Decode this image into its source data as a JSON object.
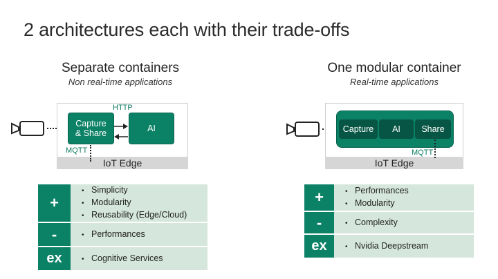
{
  "slide": {
    "title": "2 architectures each with their trade-offs"
  },
  "left": {
    "title": "Separate containers",
    "subtitle": "Non real-time applications",
    "http_label": "HTTP",
    "mqtt_label": "MQTT",
    "capture_share_label": "Capture\n& Share",
    "ai_label": "AI",
    "edge_label": "IoT Edge",
    "table": [
      {
        "symbol": "+",
        "items": [
          "Simplicity",
          "Modularity",
          "Reusability (Edge/Cloud)"
        ]
      },
      {
        "symbol": "-",
        "items": [
          "Performances"
        ]
      },
      {
        "symbol": "ex",
        "items": [
          "Cognitive Services"
        ]
      }
    ]
  },
  "right": {
    "title": "One modular container",
    "subtitle": "Real-time applications",
    "capture_label": "Capture",
    "ai_label": "AI",
    "share_label": "Share",
    "mqtt_label": "MQTT",
    "edge_label": "IoT Edge",
    "table": [
      {
        "symbol": "+",
        "items": [
          "Performances",
          "Modularity"
        ]
      },
      {
        "symbol": "-",
        "items": [
          "Complexity"
        ]
      },
      {
        "symbol": "ex",
        "items": [
          "Nvidia Deepstream"
        ]
      }
    ]
  },
  "icons": {
    "camera": "camera-icon",
    "arrow_right": "arrow-right-icon",
    "arrow_left": "arrow-left-icon"
  },
  "colors": {
    "teal": "#0b8266",
    "teal_dark": "#075544",
    "table_bg": "#d5e6dc",
    "edge_label_bg": "#d6d6d6"
  }
}
